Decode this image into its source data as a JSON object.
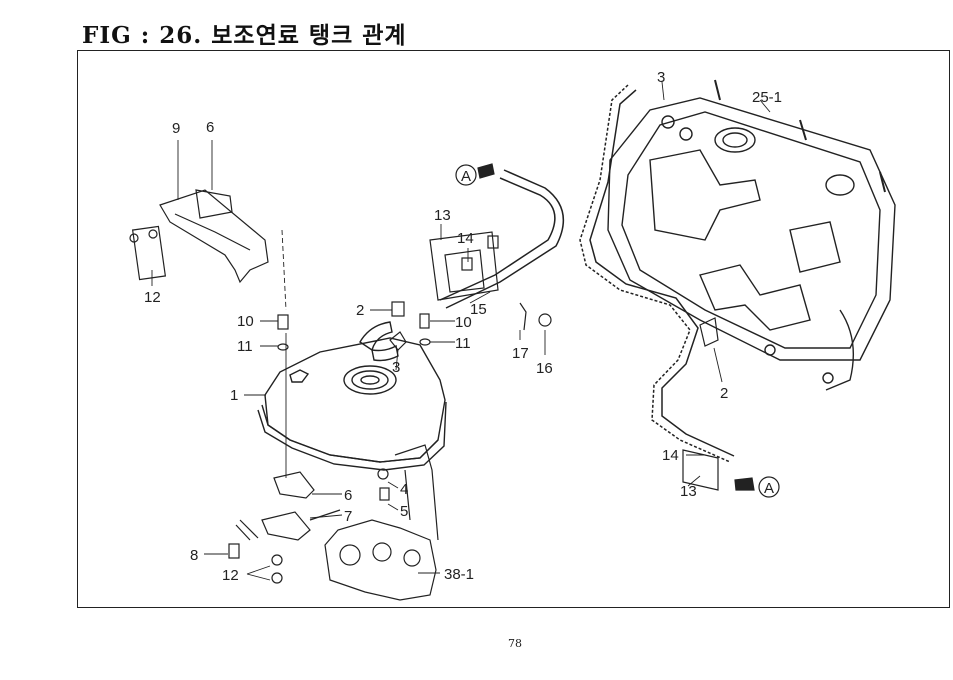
{
  "figure": {
    "title": "FIG : 26. 보조연료 탱크 관계",
    "page_number": "78"
  },
  "callouts": {
    "c9": "9",
    "c6_top": "6",
    "c12_left": "12",
    "c10_left": "10",
    "c11_left": "11",
    "c1": "1",
    "c2_mid": "2",
    "c3_mid": "3",
    "c13_mid": "13",
    "c14_mid": "14",
    "c15": "15",
    "c10_mid": "10",
    "c11_mid": "11",
    "c17": "17",
    "c16": "16",
    "c6_bottom": "6",
    "c4": "4",
    "c5": "5",
    "c7": "7",
    "c8": "8",
    "c12_bottom": "12",
    "c38_1": "38-1",
    "c3_right": "3",
    "c25_1": "25-1",
    "c2_right": "2",
    "c14_right": "14",
    "c13_right": "13"
  },
  "reference_markers": {
    "a_top": "A",
    "a_right": "A"
  }
}
